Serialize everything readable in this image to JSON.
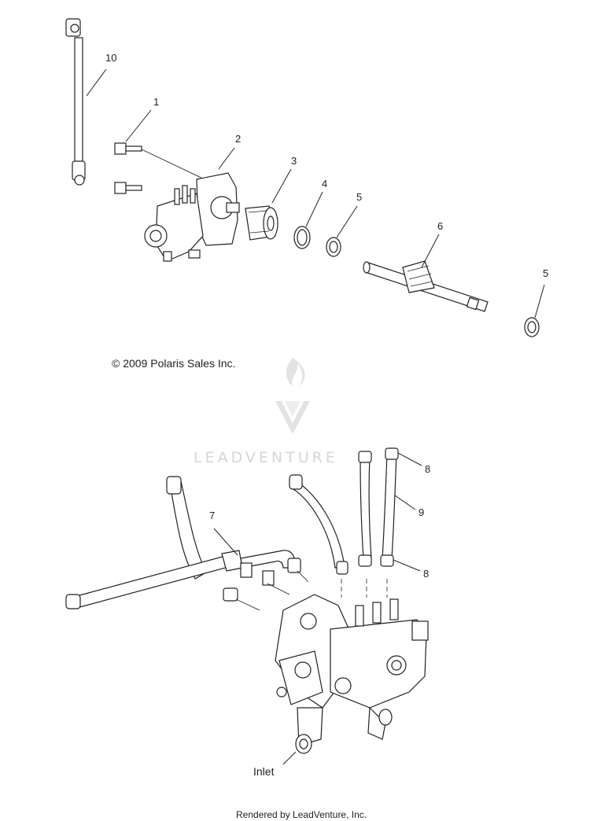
{
  "callouts": {
    "c1": "1",
    "c2": "2",
    "c3": "3",
    "c4": "4",
    "c5a": "5",
    "c5b": "5",
    "c6": "6",
    "c7": "7",
    "c8a": "8",
    "c8b": "8",
    "c9": "9",
    "c10": "10"
  },
  "copyright": "© 2009 Polaris Sales Inc.",
  "inlet_label": "Inlet",
  "watermark": "LEADVENTURE",
  "footer": "Rendered by LeadVenture, Inc.",
  "colors": {
    "line": "#222222",
    "watermark": "#d6d6d6",
    "background": "#ffffff"
  }
}
